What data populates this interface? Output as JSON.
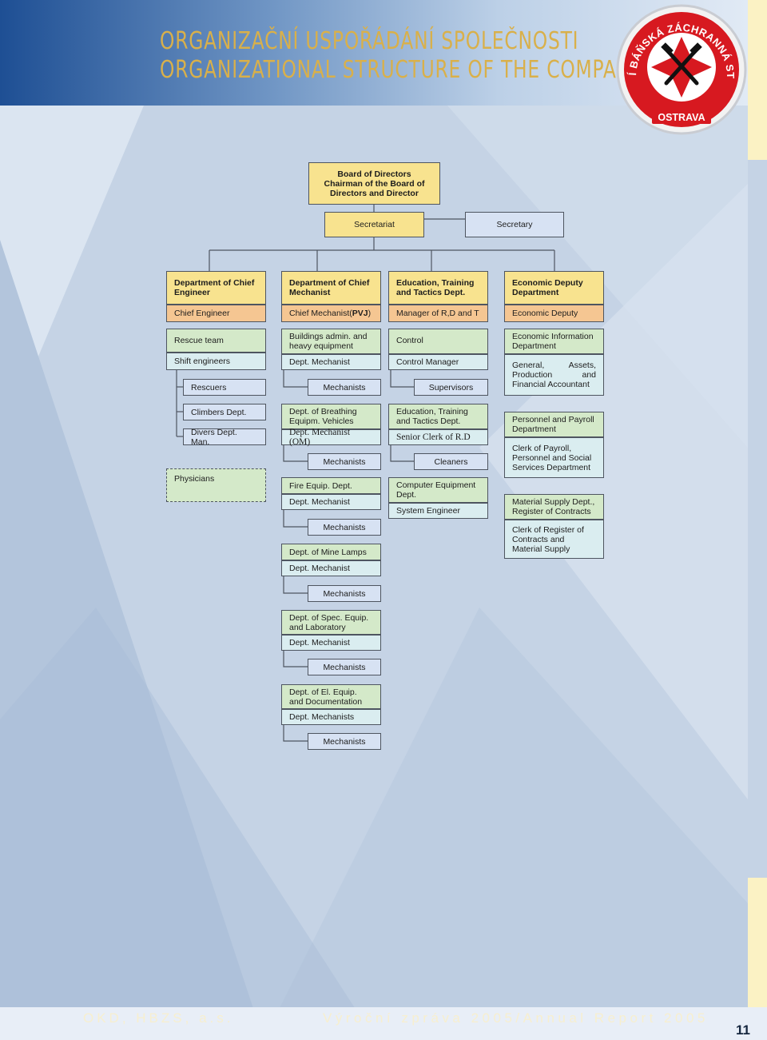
{
  "header": {
    "title_cz": "ORGANIZAČNÍ USPOŘÁDÁNÍ SPOLEČNOSTI",
    "title_en": "ORGANIZATIONAL STRUCTURE OF THE COMPANY"
  },
  "logo": {
    "ring_text": "HLAVNÍ BÁŇSKÁ ZÁCHRANNÁ STANICE",
    "city": "OSTRAVA"
  },
  "board": {
    "line1": "Board of Directors",
    "line2": "Chairman of the Board of",
    "line3": "Directors and Director"
  },
  "secretariat": "Secretariat",
  "secretary": "Secretary",
  "col1": {
    "dept": "Department of Chief Engineer",
    "head": "Chief Engineer",
    "rescue_team": "Rescue team",
    "shift_engineers": "Shift engineers",
    "rescuers": "Rescuers",
    "climbers": "Climbers Dept.",
    "divers": "Divers Dept. Man.",
    "physicians": "Physicians"
  },
  "col2": {
    "dept": "Department of Chief Mechanist",
    "head_prefix": "Chief Mechanist(",
    "head_bold": "PVJ",
    "head_suffix": ")",
    "buildings": "Buildings admin. and heavy equipment",
    "buildings_mech": "Dept. Mechanist",
    "buildings_mechs": "Mechanists",
    "breathing": "Dept. of Breathing Equipm. Vehicles",
    "breathing_mech": "Dept. Mechanist (OM)",
    "breathing_mechs": "Mechanists",
    "fire": "Fire Equip. Dept.",
    "fire_mech": "Dept. Mechanist",
    "fire_mechs": "Mechanists",
    "lamps": "Dept. of Mine Lamps",
    "lamps_mech": "Dept. Mechanist",
    "lamps_mechs": "Mechanists",
    "spec": "Dept. of Spec. Equip. and Laboratory",
    "spec_mech": "Dept. Mechanist",
    "spec_mechs": "Mechanists",
    "el": "Dept. of El. Equip. and Documentation",
    "el_mech": "Dept. Mechanists",
    "el_mechs": "Mechanists"
  },
  "col3": {
    "dept": "Education, Training and Tactics Dept.",
    "head": "Manager of R,D and T",
    "control": "Control",
    "control_manager": "Control Manager",
    "supervisors": "Supervisors",
    "edu": "Education, Training and Tactics Dept.",
    "senior_clerk": "Senior Clerk of R.D",
    "cleaners": "Cleaners",
    "computer": "Computer Equipment Dept.",
    "system_engineer": "System Engineer"
  },
  "col4": {
    "dept": "Economic Deputy Department",
    "head": "Economic Deputy",
    "info": "Economic Information Department",
    "general": "General, Assets, Production and Financial Accountant",
    "personnel": "Personnel and Payroll Department",
    "payroll_clerk": "Clerk of Payroll, Personnel and Social Services Department",
    "material": "Material Supply Dept., Register of Contracts",
    "contracts_clerk": "Clerk of Register of Contracts and Material Supply"
  },
  "footer": {
    "left": "OKD, HBZS, a.s.",
    "right": "Výroční zpráva 2005/Annual Report 2005",
    "page": "11"
  },
  "colors": {
    "yellow": "#f8e38f",
    "orange": "#f5c692",
    "green": "#d4e9c9",
    "cyan": "#daedf0",
    "blue": "#d7e2f3",
    "title": "#d9b04a",
    "logo_red": "#d71920"
  }
}
